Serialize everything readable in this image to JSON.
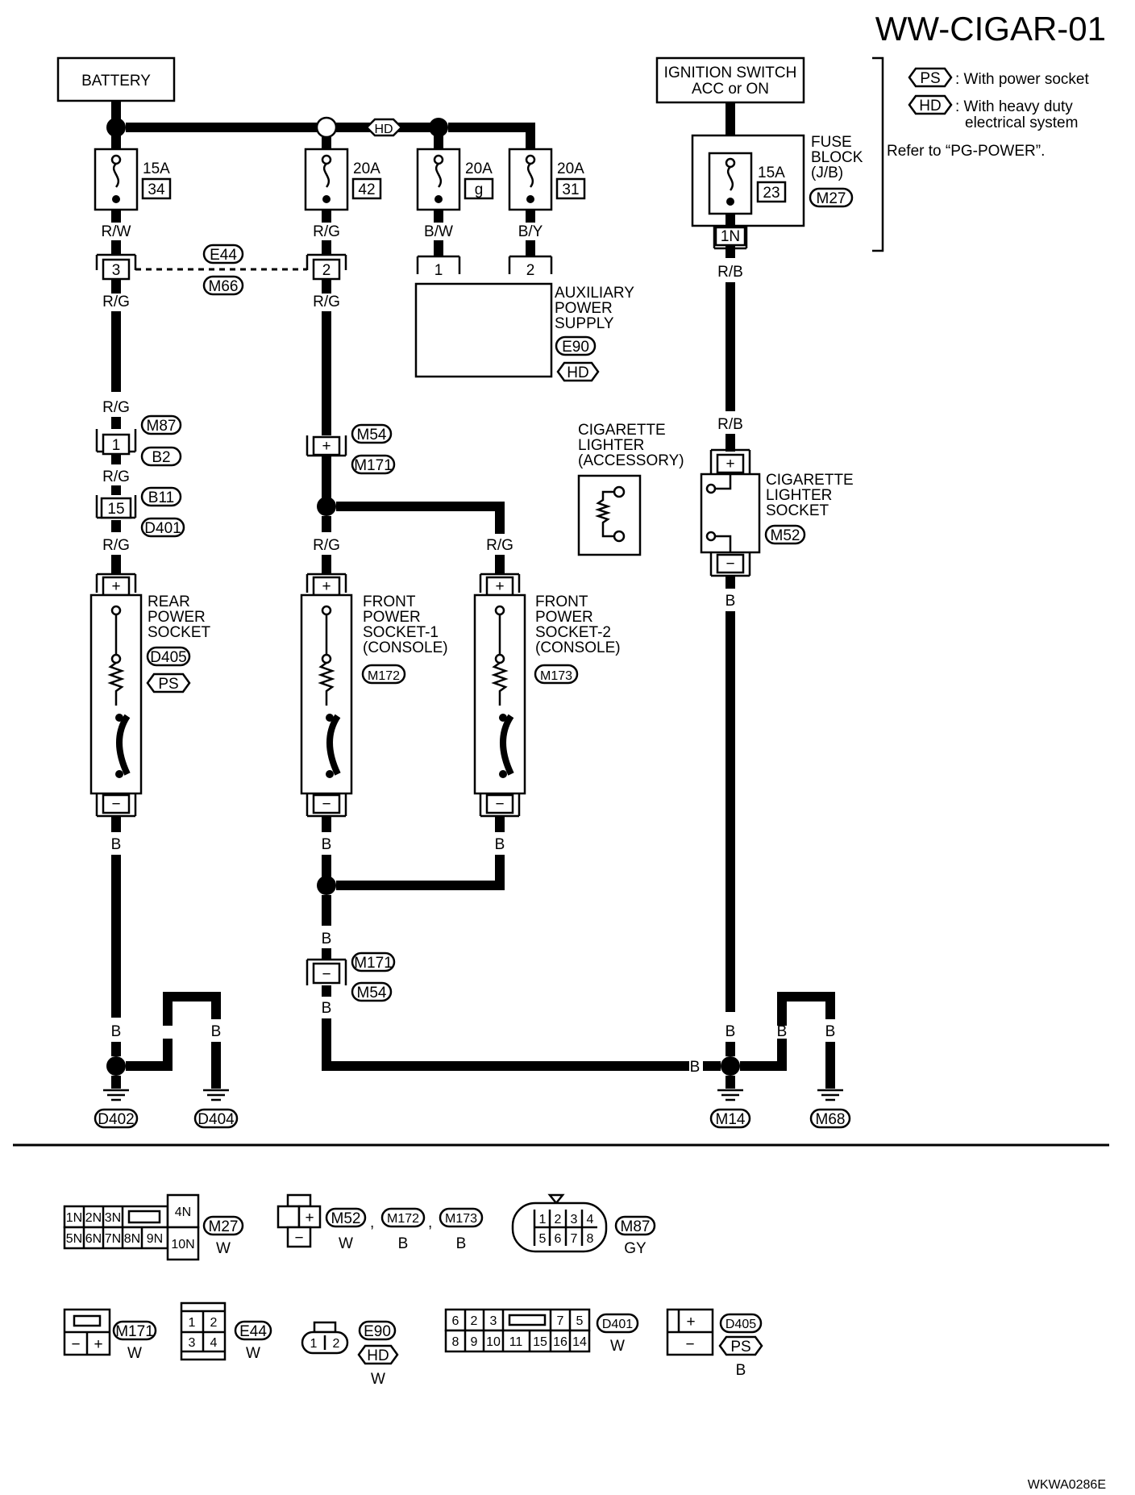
{
  "title": "WW-CIGAR-01",
  "footer_code": "WKWA0286E",
  "legend": {
    "ps_tag": "PS",
    "ps_desc": ": With power socket",
    "hd_tag": "HD",
    "hd_desc_1": ": With heavy duty",
    "hd_desc_2": "electrical system",
    "refer": "Refer to “PG-POWER”."
  },
  "battery": "BATTERY",
  "hd_tag": "HD",
  "ps_tag": "PS",
  "ignition": {
    "line1": "IGNITION SWITCH",
    "line2": "ACC or ON"
  },
  "fuse_block": {
    "line1": "FUSE",
    "line2": "BLOCK",
    "line3": "(J/B)",
    "conn": "M27",
    "amp": "15A",
    "num": "23",
    "pin": "1N"
  },
  "fuses": [
    {
      "amp": "15A",
      "num": "34"
    },
    {
      "amp": "20A",
      "num": "42"
    },
    {
      "amp": "20A",
      "num": "g"
    },
    {
      "amp": "20A",
      "num": "31"
    }
  ],
  "wire_colors": {
    "rw": "R/W",
    "rg": "R/G",
    "bw": "B/W",
    "by": "B/Y",
    "rb": "R/B",
    "b": "B"
  },
  "connectors": {
    "e44": "E44",
    "m66": "M66",
    "m87": "M87",
    "b2": "B2",
    "b11": "B11",
    "d401": "D401",
    "m54": "M54",
    "m171": "M171",
    "e90": "E90",
    "m52": "M52",
    "d405": "D405",
    "m172": "M172",
    "m173": "M173",
    "d402": "D402",
    "d404": "D404",
    "m14": "M14",
    "m68": "M68"
  },
  "pins": {
    "p3": "3",
    "p2": "2",
    "p1": "1",
    "p15": "15",
    "plus": "+",
    "minus": "−",
    "aux1": "1",
    "aux2": "2"
  },
  "aux_supply": {
    "line1": "AUXILIARY",
    "line2": "POWER",
    "line3": "SUPPLY"
  },
  "lighter_acc": {
    "line1": "CIGARETTE",
    "line2": "LIGHTER",
    "line3": "(ACCESSORY)"
  },
  "lighter_socket": {
    "line1": "CIGARETTE",
    "line2": "LIGHTER",
    "line3": "SOCKET"
  },
  "rear_socket": {
    "line1": "REAR",
    "line2": "POWER",
    "line3": "SOCKET"
  },
  "front_socket_1": {
    "line1": "FRONT",
    "line2": "POWER",
    "line3": "SOCKET-1",
    "line4": "(CONSOLE)"
  },
  "front_socket_2": {
    "line1": "FRONT",
    "line2": "POWER",
    "line3": "SOCKET-2",
    "line4": "(CONSOLE)"
  },
  "connector_views": {
    "m27": {
      "name": "M27",
      "color": "W",
      "top": [
        "1N",
        "2N",
        "3N"
      ],
      "bottom": [
        "5N",
        "6N",
        "7N",
        "8N",
        "9N"
      ],
      "right_top": "4N",
      "right_bottom": "10N"
    },
    "m52_group": {
      "names": [
        "M52",
        "M172",
        "M173"
      ],
      "colors": [
        "W",
        "B",
        "B"
      ],
      "sep": ","
    },
    "m87": {
      "name": "M87",
      "color": "GY",
      "top": [
        "1",
        "2",
        "3",
        "4"
      ],
      "bottom": [
        "5",
        "6",
        "7",
        "8"
      ]
    },
    "m171": {
      "name": "M171",
      "color": "W"
    },
    "e44": {
      "name": "E44",
      "color": "W",
      "pins": [
        "1",
        "2",
        "3",
        "4"
      ]
    },
    "e90": {
      "name": "E90",
      "tag": "HD",
      "color": "W",
      "pins": [
        "1",
        "2"
      ]
    },
    "d401": {
      "name": "D401",
      "color": "W",
      "top": [
        "6",
        "2",
        "3",
        "7",
        "5"
      ],
      "bottom": [
        "8",
        "9",
        "10",
        "11",
        "15",
        "16",
        "14"
      ]
    },
    "d405": {
      "name": "D405",
      "tag": "PS",
      "color": "B"
    }
  }
}
